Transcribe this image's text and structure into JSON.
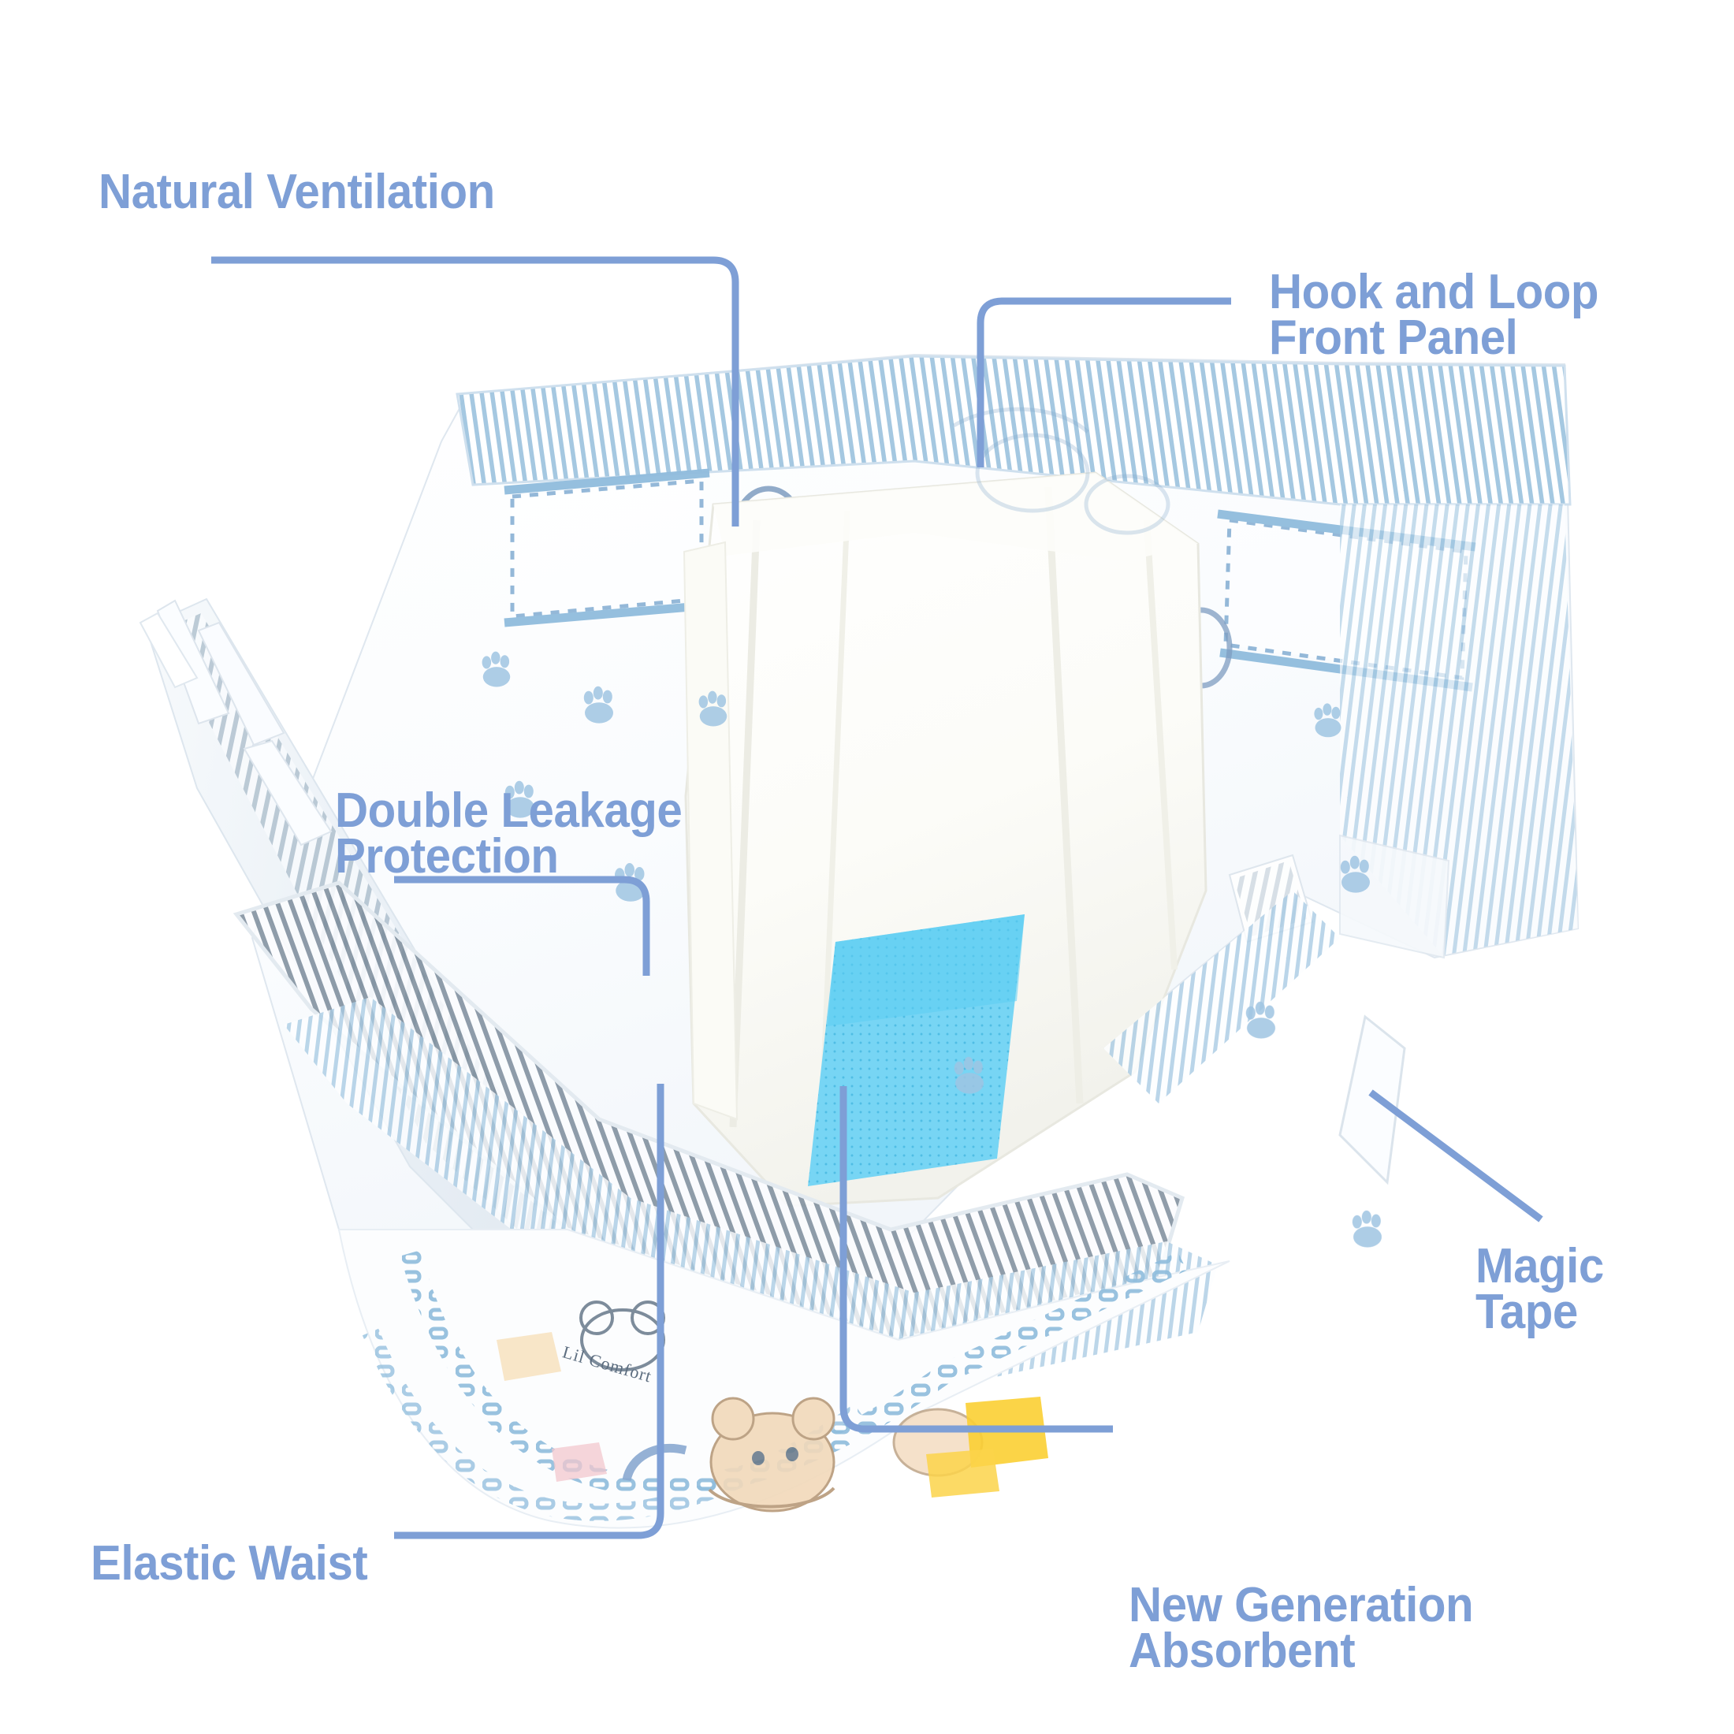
{
  "diagram": {
    "title": "Baby Diaper Feature Callout Diagram",
    "background_color": "#ffffff",
    "label_color": "#7e9fd6",
    "connector_color": "#7e9fd6",
    "accent_indicator_color": "#6ed0f3",
    "product_brand_text": "Lil Comfort"
  },
  "callouts": [
    {
      "id": "natural-ventilation",
      "label": "Natural Ventilation",
      "position": "top-left"
    },
    {
      "id": "hook-and-loop",
      "label": "Hook and Loop\nFront Panel",
      "position": "top-right"
    },
    {
      "id": "double-leakage",
      "label": "Double Leakage\nProtection",
      "position": "middle-left"
    },
    {
      "id": "magic-tape",
      "label": "Magic Tape",
      "position": "right"
    },
    {
      "id": "elastic-waist",
      "label": "Elastic Waist",
      "position": "bottom-left"
    },
    {
      "id": "new-generation",
      "label": "New Generation\nAbsorbent",
      "position": "bottom-right"
    }
  ],
  "product": {
    "name": "Baby Diaper",
    "brand_logo_text": "Lil Comfort",
    "parts": [
      "striped breathable waistband",
      "hook and loop landing panel",
      "absorbent core",
      "cyan wetness indicator",
      "elastic leg cuffs",
      "magic tape side tabs",
      "paw print graphics",
      "teddy bear character print"
    ]
  }
}
